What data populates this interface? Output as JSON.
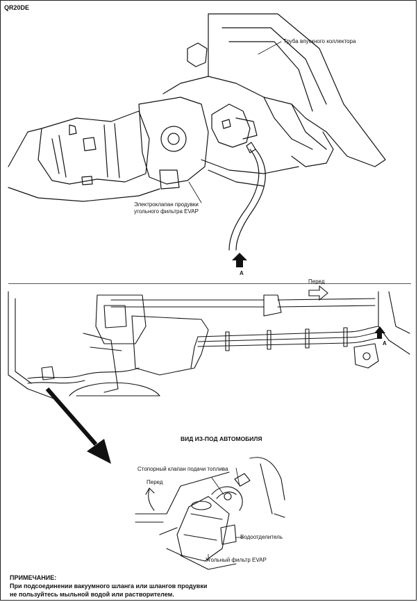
{
  "header": {
    "model": "QR20DE"
  },
  "top_diagram": {
    "label_intake_pipe": "Труба впускного коллектора",
    "label_evap_valve_line1": "Электроклапан продувки",
    "label_evap_valve_line2": "угольного фильтра EVAP",
    "marker_a": "A"
  },
  "middle_diagram": {
    "label_front": "Перед",
    "marker_a": "A",
    "caption": "ВИД ИЗ-ПОД АВТОМОБИЛЯ"
  },
  "detail_diagram": {
    "label_check_valve": "Стопорный клапан подачи топлива",
    "label_front": "Перед",
    "label_water_separator": "Водоотделитель",
    "label_canister": "Угольный фильтр EVAP"
  },
  "note": {
    "title": "ПРИМЕЧАНИЕ:",
    "line1": "При подсоединении вакуумного шланга или шлангов продувки",
    "line2": "не пользуйтесь мыльной водой или растворителем."
  }
}
